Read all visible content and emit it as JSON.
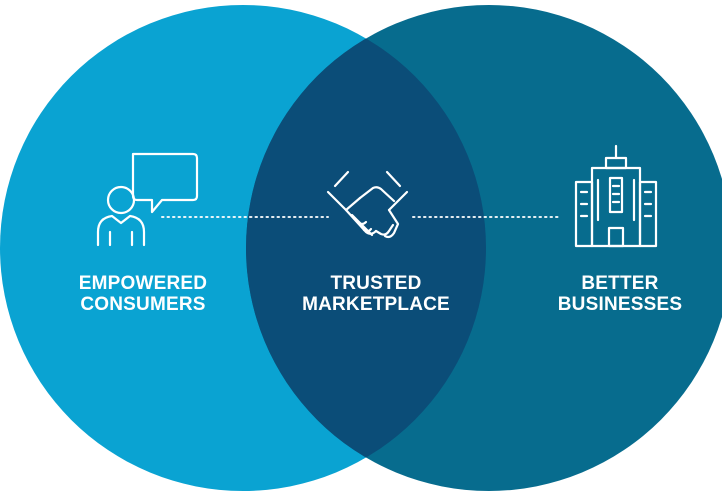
{
  "colors": {
    "left_circle": "#0aa3d2",
    "right_circle": "#076c8e",
    "overlap": "#0b4d78",
    "icon_stroke": "#ffffff",
    "background": "#ffffff"
  },
  "sets": [
    {
      "key": "left",
      "icon": "person-speech-bubble-icon",
      "label_lines": [
        "EMPOWERED",
        "CONSUMERS"
      ]
    },
    {
      "key": "center",
      "icon": "handshake-icon",
      "label_lines": [
        "TRUSTED",
        "MARKETPLACE"
      ]
    },
    {
      "key": "right",
      "icon": "office-building-icon",
      "label_lines": [
        "BETTER",
        "BUSINESSES"
      ]
    }
  ],
  "connectors": "dotted-lines"
}
